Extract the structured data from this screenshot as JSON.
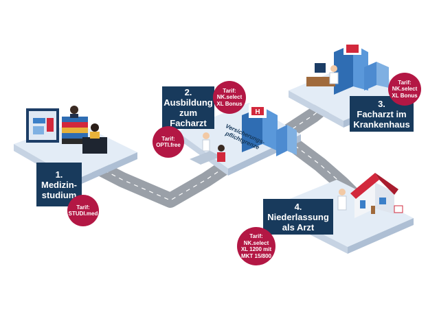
{
  "stages": [
    {
      "id": "medizinstudium",
      "lines": [
        "1.",
        "Medizin-",
        "studium"
      ]
    },
    {
      "id": "ausbildung",
      "lines": [
        "2.",
        "Ausbildung",
        "zum",
        "Facharzt"
      ]
    },
    {
      "id": "krankenhaus",
      "lines": [
        "3.",
        "Facharzt im",
        "Krankenhaus"
      ]
    },
    {
      "id": "niederlassung",
      "lines": [
        "4.",
        "Niederlassung",
        "als Arzt"
      ]
    }
  ],
  "tarifs": [
    {
      "id": "studi",
      "lines": [
        "Tarif:",
        "STUDI.med"
      ]
    },
    {
      "id": "opti",
      "lines": [
        "Tarif:",
        "OPTI.free"
      ]
    },
    {
      "id": "nk-select-xl-bonus-1",
      "lines": [
        "Tarif:",
        "NK.select",
        "XL Bonus"
      ]
    },
    {
      "id": "nk-select-xl-bonus-2",
      "lines": [
        "Tarif:",
        "NK.select",
        "XL Bonus"
      ]
    },
    {
      "id": "nk-select-xl-1200",
      "lines": [
        "Tarif:",
        "NK.select",
        "XL 1200 mit",
        "MKT 15/800"
      ]
    }
  ],
  "boundary_label": [
    "Versicherungs-",
    "pflichtgrenze"
  ],
  "hospital_sign": "H",
  "colors": {
    "stage_box": "#183a5c",
    "tarif_circle": "#b31744",
    "platform": "#e3ecf6",
    "road": "#8d939c",
    "building_blue": "#3b7fc8",
    "roof_red": "#d2283c"
  }
}
